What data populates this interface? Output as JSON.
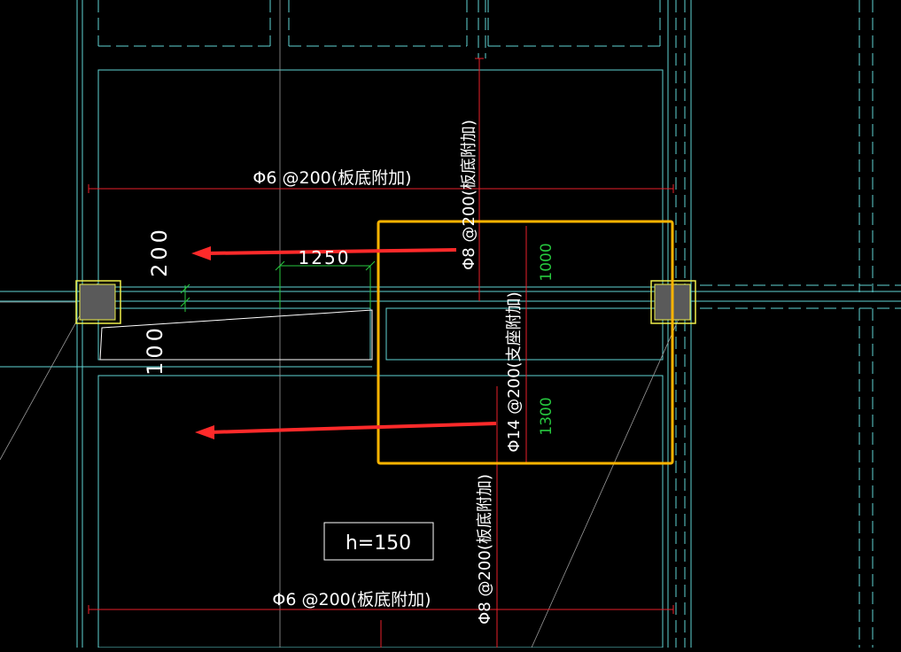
{
  "colors": {
    "background": "#000000",
    "cyan": "#5fd3d3",
    "red": "#e8202a",
    "white": "#ffffff",
    "green": "#27c93f",
    "yellow": "#ffb400",
    "column_fill": "#5a5a5a",
    "column_border": "#f0f04a",
    "arrow": "#ff2a2a"
  },
  "labels": {
    "top_bar": "Φ6 @200(板底附加)",
    "bottom_bar": "Φ6 @200(板底附加)",
    "vertical_bar_upper": "Φ8 @200(板底附加)",
    "vertical_bar_lower": "Φ8 @200(板底附加)",
    "support_bar": "Φ14 @200(支座附加)",
    "dim_200": "200",
    "dim_100": "100",
    "dim_1250": "1250",
    "dim_1000": "1000",
    "dim_1300": "1300",
    "slab_thickness": "h=150"
  }
}
